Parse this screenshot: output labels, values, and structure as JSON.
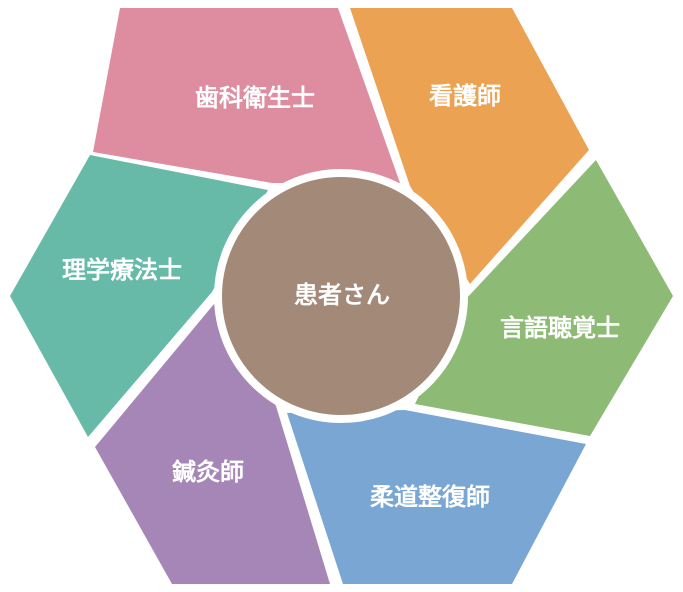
{
  "diagram": {
    "center": {
      "label": "患者さん",
      "color": "#A38977",
      "border_color": "#FFFFFF"
    },
    "segments": [
      {
        "id": "dental-hygienist",
        "label": "歯科衛生士",
        "color": "#DE8CA0"
      },
      {
        "id": "nurse",
        "label": "看護師",
        "color": "#ECA253"
      },
      {
        "id": "speech-therapist",
        "label": "言語聴覚士",
        "color": "#8DBA75"
      },
      {
        "id": "judo-therapist",
        "label": "柔道整復師",
        "color": "#79A6D2"
      },
      {
        "id": "acupuncturist",
        "label": "鍼灸師",
        "color": "#A686B6"
      },
      {
        "id": "physical-therapist",
        "label": "理学療法士",
        "color": "#67BAA8"
      }
    ],
    "background": "#FFFFFF"
  }
}
